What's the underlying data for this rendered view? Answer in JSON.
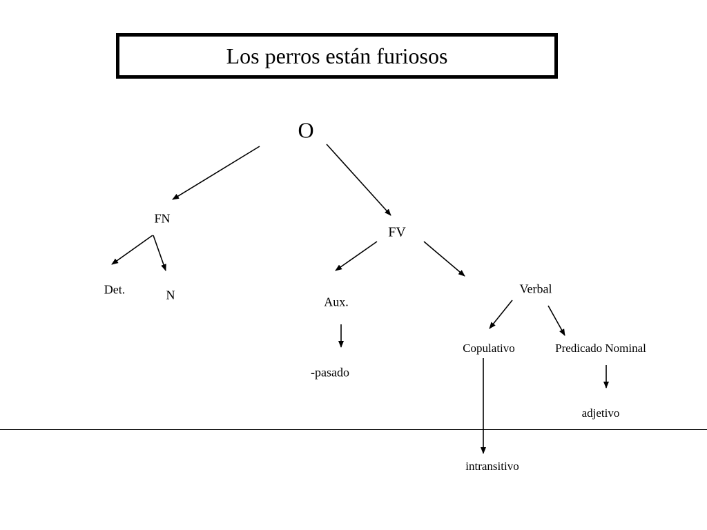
{
  "title": "Los perros están furiosos",
  "nodes": {
    "o": "O",
    "fn": "FN",
    "fv": "FV",
    "det": "Det.",
    "n": "N",
    "aux": "Aux.",
    "verbal": "Verbal",
    "pasado": "-pasado",
    "copulativo": "Copulativo",
    "predicado_nominal": "Predicado Nominal",
    "adjetivo": "adjetivo",
    "intransitivo": "intransitivo"
  }
}
